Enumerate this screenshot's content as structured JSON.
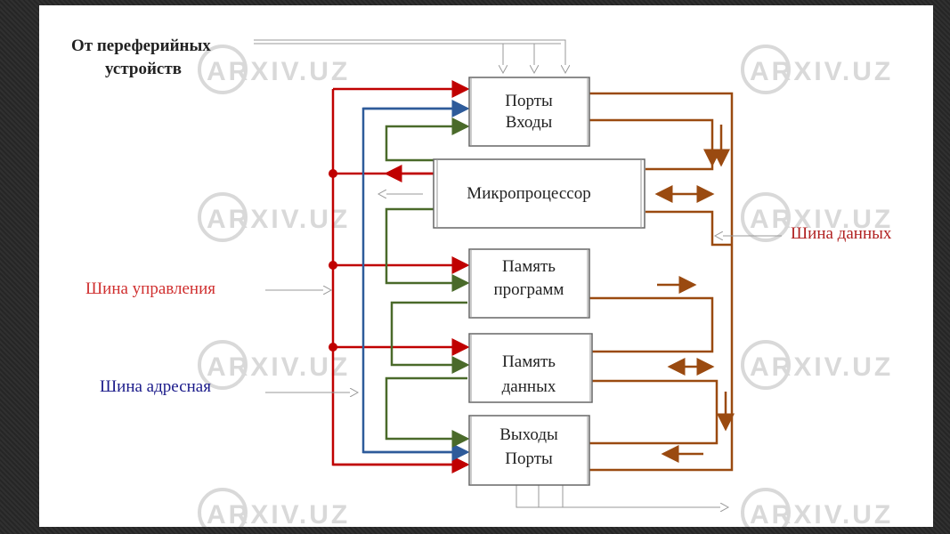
{
  "blocks": {
    "ports_in": [
      "Порты",
      "Входы"
    ],
    "cpu": "Микропроцессор",
    "prog_mem": [
      "Память",
      "программ"
    ],
    "data_mem": [
      "Память",
      "данных"
    ],
    "ports_out": [
      "Выходы",
      "Порты"
    ]
  },
  "labels": {
    "peripheral": [
      "От переферийных",
      "устройств"
    ],
    "control_bus": "Шина управления",
    "address_bus": "Шина адресная",
    "data_bus": "Шина данных"
  },
  "watermark": "ARXIV.UZ",
  "colors": {
    "control": "#c00000",
    "address": "#2e5b9a",
    "green": "#4a6a2a",
    "data": "#9a4a10",
    "control_text": "#d03030",
    "address_text": "#1a1a8a",
    "data_text": "#b02020"
  }
}
